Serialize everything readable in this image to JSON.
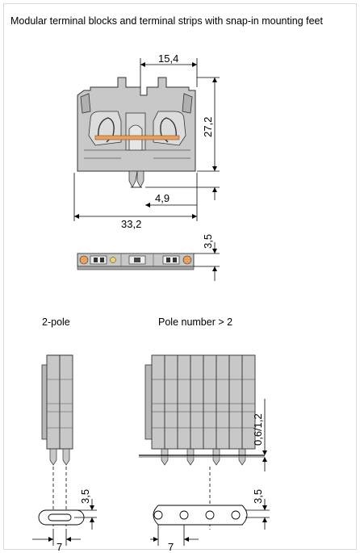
{
  "title": "Modular terminal blocks and terminal strips with snap-in mounting feet",
  "section_labels": {
    "two_pole": "2-pole",
    "multi_pole": "Pole number > 2"
  },
  "dimensions": {
    "width_top": "15,4",
    "height_total": "27,2",
    "foot_offset": "4,9",
    "overall_width": "33,2",
    "top_view_height": "3,5",
    "plate_thickness": "0,6/1,2",
    "hole_height_left": "3,5",
    "hole_height_right": "3,5",
    "pitch_left": "7",
    "pitch_right": "7"
  },
  "colors": {
    "housing": "#c8c8c8",
    "housing_dark": "#a8a8a8",
    "lever": "#e8a060",
    "marker_yellow": "#f0d060",
    "line": "#000000"
  }
}
